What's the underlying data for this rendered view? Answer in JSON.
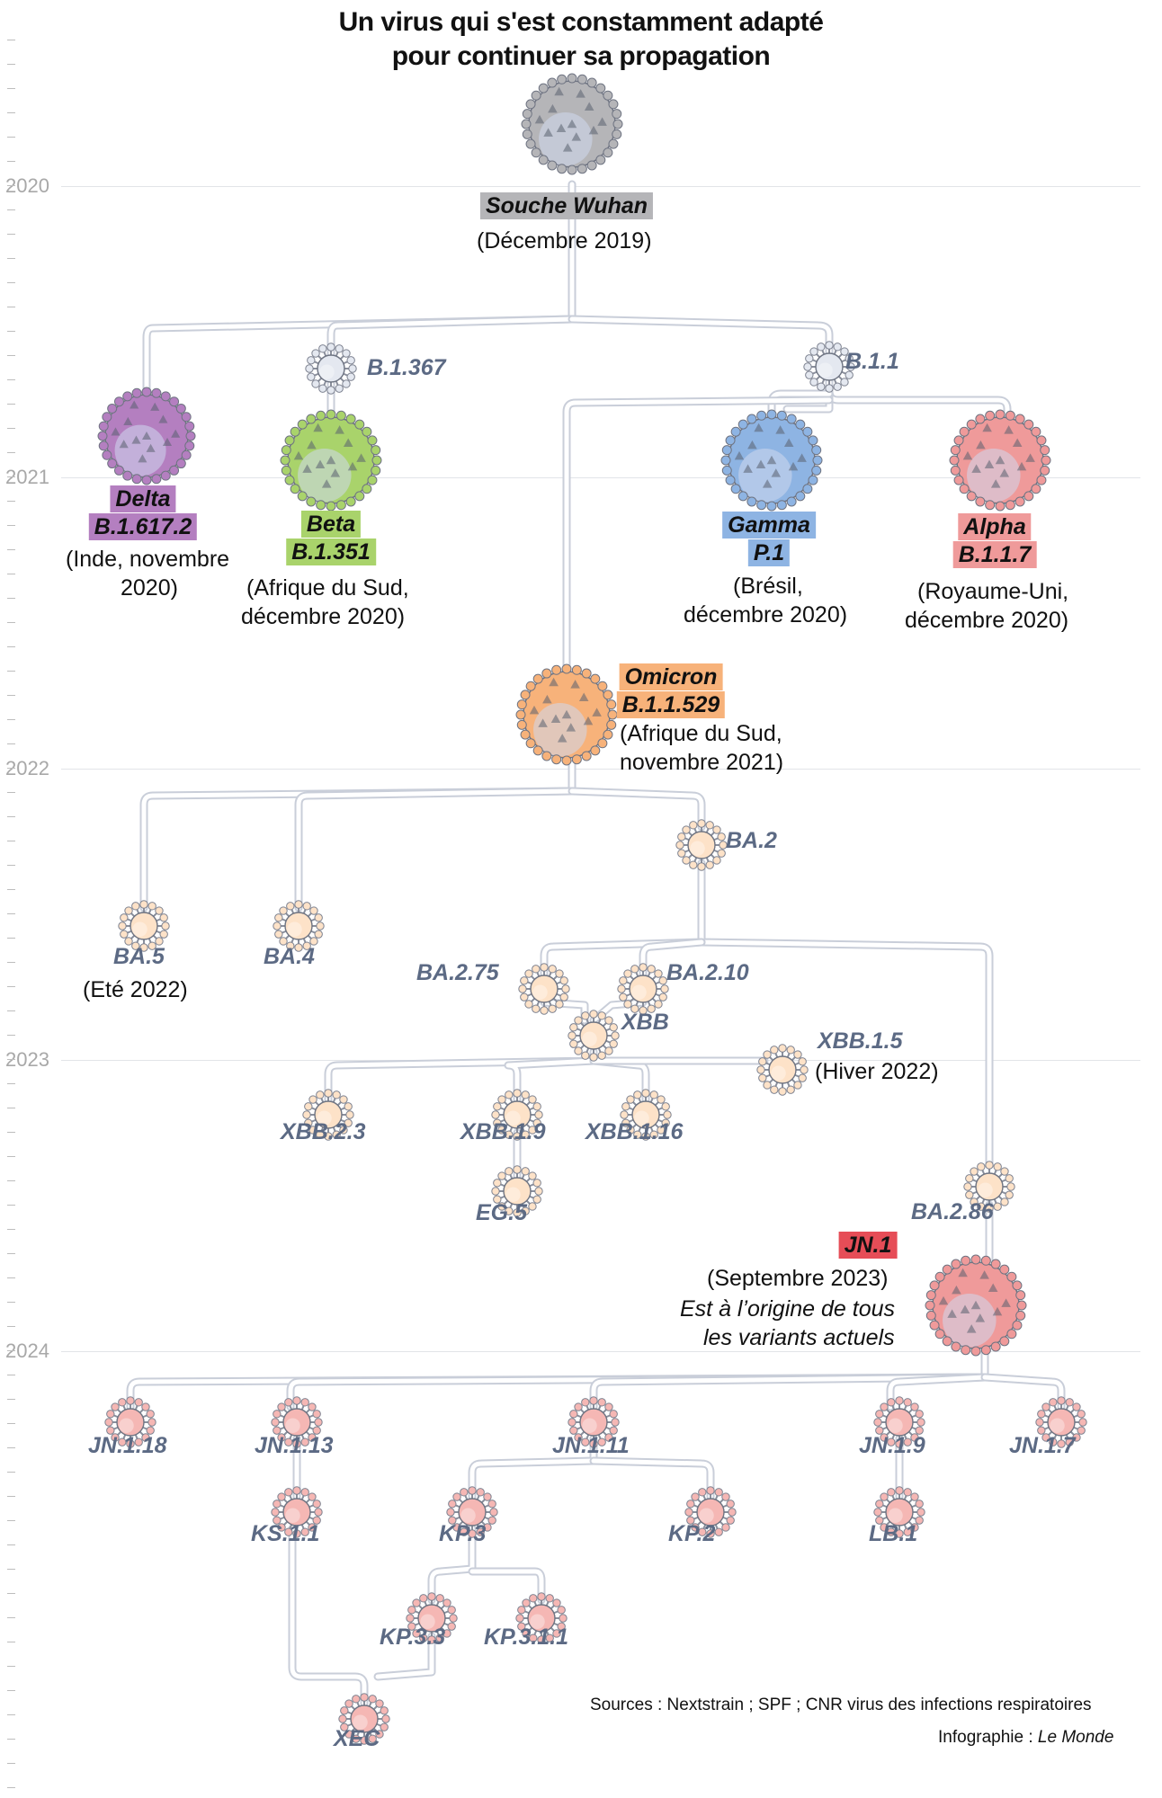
{
  "title": {
    "line1": "Un virus qui s'est constamment adapté",
    "line2": "pour continuer sa propagation"
  },
  "years": [
    "2020",
    "2021",
    "2022",
    "2023",
    "2024"
  ],
  "variants": {
    "wuhan": {
      "name": "Souche Wuhan",
      "note": "(Décembre 2019)"
    },
    "delta": {
      "name": "Delta",
      "code": "B.1.617.2",
      "note1": "(Inde, novembre",
      "note2": "2020)"
    },
    "beta": {
      "name": "Beta",
      "code": "B.1.351",
      "note1": "(Afrique du Sud,",
      "note2": "décembre 2020)"
    },
    "gamma": {
      "name": "Gamma",
      "code": "P.1",
      "note1": "(Brésil,",
      "note2": "décembre 2020)"
    },
    "alpha": {
      "name": "Alpha",
      "code": "B.1.1.7",
      "note1": "(Royaume-Uni,",
      "note2": "décembre 2020)"
    },
    "omicron": {
      "name": "Omicron",
      "code": "B.1.1.529",
      "note1": "(Afrique du Sud,",
      "note2": "novembre 2021)"
    },
    "jn1": {
      "name": "JN.1",
      "note1": "(Septembre 2023)",
      "note2": "Est à l’origine de tous",
      "note3": "les variants actuels"
    }
  },
  "lineages": {
    "b1367": "B.1.367",
    "b11": "B.1.1",
    "ba2": "BA.2",
    "ba5": "BA.5",
    "ba5_note": "(Eté 2022)",
    "ba4": "BA.4",
    "ba275": "BA.2.75",
    "ba210": "BA.2.10",
    "xbb": "XBB",
    "xbb15": "XBB.1.5",
    "xbb15_note": "(Hiver 2022)",
    "xbb23": "XBB.2.3",
    "xbb19": "XBB.1.9",
    "xbb116": "XBB.1.16",
    "eg5": "EG.5",
    "ba286": "BA.2.86",
    "jn118": "JN.1.18",
    "jn113": "JN.1.13",
    "jn111": "JN.1.11",
    "jn19": "JN.1.9",
    "jn17": "JN.1.7",
    "ks11": "KS.1.1",
    "kp3": "KP.3",
    "kp2": "KP.2",
    "lb1": "LB.1",
    "kp33": "KP.3.3",
    "kp311": "KP.3.1.1",
    "xec": "XEC"
  },
  "sources": "Sources : Nextstrain ; SPF ; CNR virus des infections respiratoires",
  "credit_prefix": "Infographie : ",
  "credit_outlet": "Le Monde",
  "colors": {
    "wuhan": "#b5b5b8",
    "delta": "#b47fc0",
    "beta": "#a9d36b",
    "gamma": "#8eb4e3",
    "alpha": "#ef9a9a",
    "omicron": "#f7b27a",
    "jn1": "#e64d57",
    "label": "#5c6a84",
    "connector": "#c9ced9"
  }
}
